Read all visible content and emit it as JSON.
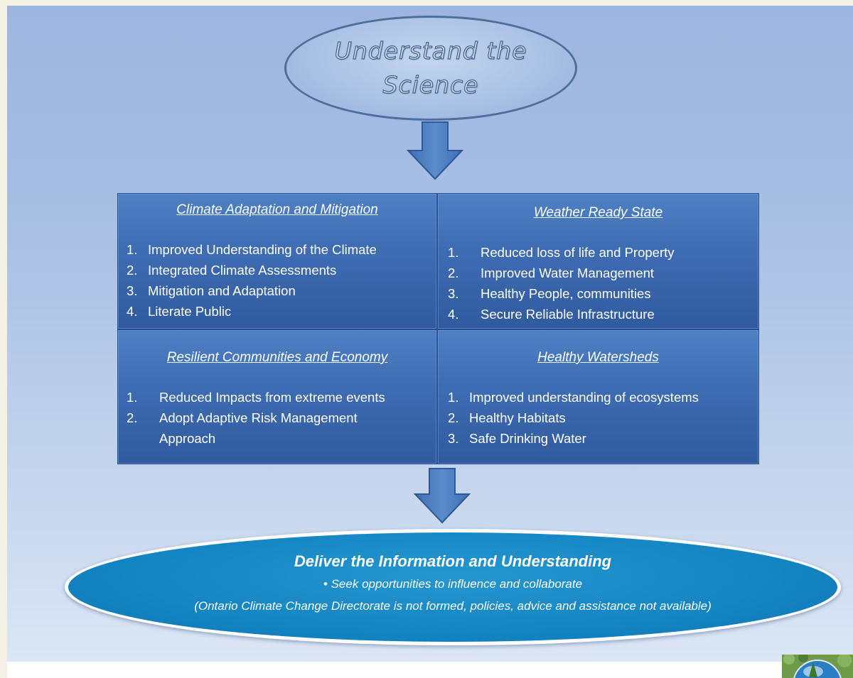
{
  "top_oval": {
    "text": "Understand the\nScience"
  },
  "quadrants": {
    "top_left": {
      "title": "Climate Adaptation and Mitigation",
      "items": [
        {
          "num": "1.",
          "text": "Improved Understanding of the Climate"
        },
        {
          "num": "2.",
          "text": "Integrated Climate Assessments"
        },
        {
          "num": "3.",
          "text": "Mitigation  and Adaptation"
        },
        {
          "num": "4.",
          "text": "Literate Public"
        }
      ]
    },
    "top_right": {
      "title": "Weather  Ready State",
      "items": [
        {
          "num": "1.",
          "text": "Reduced loss of life and Property"
        },
        {
          "num": "2.",
          "text": "Improved Water Management"
        },
        {
          "num": "3.",
          "text": "Healthy People, communities"
        },
        {
          "num": "4.",
          "text": "Secure Reliable Infrastructure"
        }
      ]
    },
    "bottom_left": {
      "title": "Resilient  Communities and Economy",
      "items": [
        {
          "num": "1.",
          "text": "Reduced Impacts from extreme  events"
        },
        {
          "num": "2.",
          "text": "Adopt Adaptive Risk Management"
        },
        {
          "num": "",
          "text": "Approach"
        }
      ]
    },
    "bottom_right": {
      "title": "Healthy  Watersheds",
      "items": [
        {
          "num": "1.",
          "text": "Improved understanding of ecosystems"
        },
        {
          "num": "2.",
          "text": "Healthy Habitats"
        },
        {
          "num": "3.",
          "text": "Safe Drinking Water"
        }
      ]
    }
  },
  "bottom_oval": {
    "title": "Deliver the Information and Understanding",
    "bullet": "• Seek opportunities to influence and collaborate",
    "note": "(Ontario Climate Change Directorate is not formed, policies, advice and assistance not available)"
  },
  "colors": {
    "background_top": "#9db6df",
    "box_blue": "#3f6db3",
    "arrow_blue": "#4a7cc0",
    "bottom_oval": "#1385c3"
  }
}
